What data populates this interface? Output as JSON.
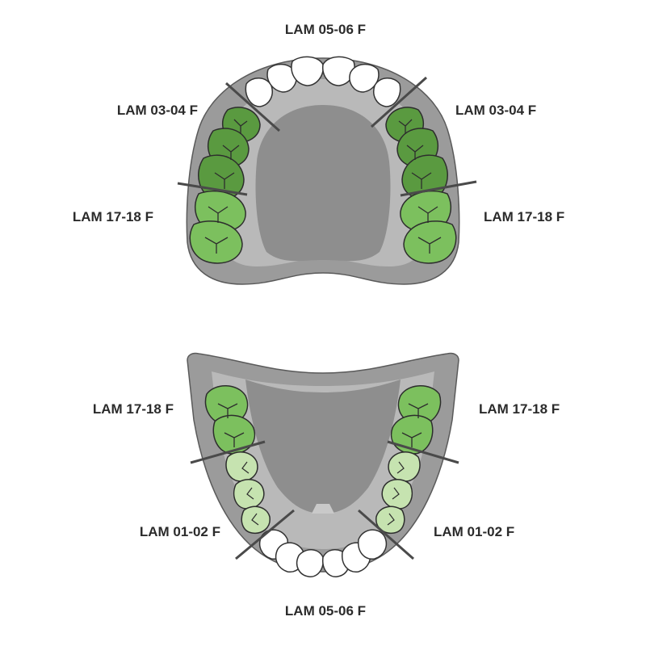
{
  "upper_arch": {
    "labels": {
      "incisors": "LAM 05-06 F",
      "left_premolars": "LAM 03-04 F",
      "right_premolars": "LAM 03-04 F",
      "left_molars": "LAM 17-18 F",
      "right_molars": "LAM 17-18 F"
    }
  },
  "lower_arch": {
    "labels": {
      "incisors": "LAM 05-06 F",
      "left_premolars": "LAM 01-02 F",
      "right_premolars": "LAM 01-02 F",
      "left_molars": "LAM 17-18 F",
      "right_molars": "LAM 17-18 F"
    }
  },
  "colors": {
    "premolar_upper": "#5a9a40",
    "molar": "#7cc05e",
    "premolar_lower": "#c6e3b0",
    "gum_outer": "#9b9b9b",
    "gum_inner": "#b9b9b9",
    "palate": "#8e8e8e",
    "tooth_white": "#ffffff",
    "divider_line": "#4a4a4a"
  }
}
